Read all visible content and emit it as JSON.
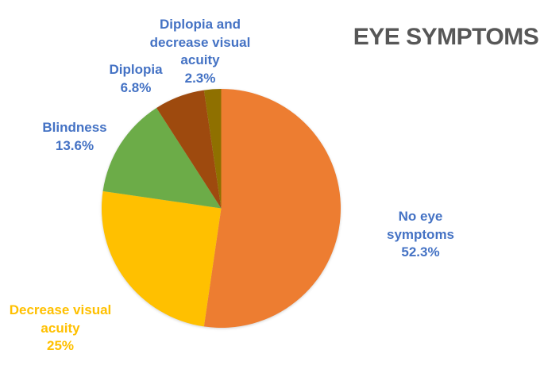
{
  "title": "EYE SYMPTOMS",
  "title_color": "#575757",
  "label_color": "#4472C4",
  "labels": {
    "no_eye": {
      "name": "No eye\nsymptoms",
      "value": "52.3%"
    },
    "decrease_visual_acuity": {
      "name": "Decrease visual\nacuity",
      "value": "25%",
      "color": "#FFC000"
    },
    "blindness": {
      "name": "Blindness",
      "value": "13.6%"
    },
    "diplopia": {
      "name": "Diplopia",
      "value": "6.8%"
    },
    "diplopia_and_dva": {
      "name": "Diplopia and\ndecrease visual\nacuity",
      "value": "2.3%"
    }
  },
  "chart_data": {
    "type": "pie",
    "title": "EYE SYMPTOMS",
    "xlabel": "",
    "ylabel": "",
    "legend": "none",
    "grid": false,
    "start_angle_deg": 0,
    "direction": "clockwise",
    "categories": [
      "No eye symptoms",
      "Decrease visual acuity",
      "Blindness",
      "Diplopia",
      "Diplopia and decrease visual acuity"
    ],
    "values": [
      52.3,
      25.0,
      13.6,
      6.8,
      2.3
    ],
    "value_labels": [
      "52.3%",
      "25%",
      "13.6%",
      "6.8%",
      "2.3%"
    ],
    "colors": [
      "#ED7D31",
      "#FFC000",
      "#6CAC48",
      "#9E4A0E",
      "#8F7000"
    ],
    "units": "percent",
    "total": 100.0
  }
}
